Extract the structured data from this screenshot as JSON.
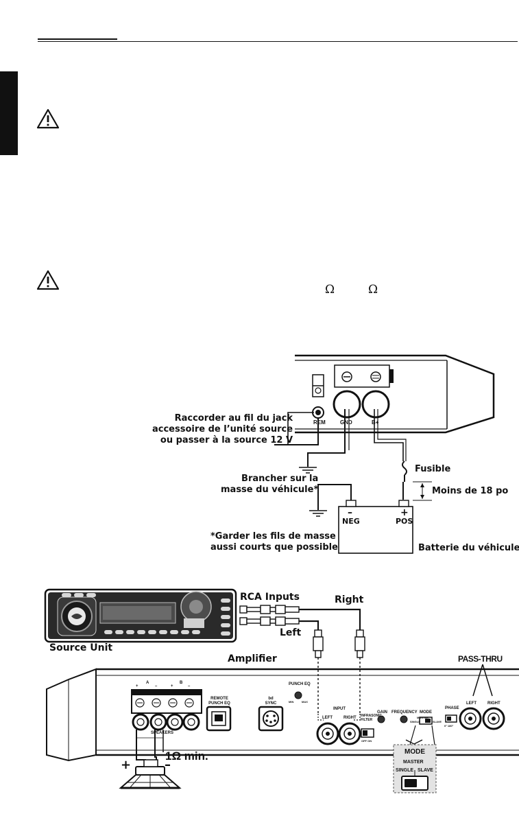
{
  "symbols": {
    "ohm_1": "Ω",
    "ohm_2": "Ω"
  },
  "power_diagram": {
    "terminal_rem": "REM",
    "terminal_gnd": "GND",
    "terminal_bplus": "B+",
    "remote_note": [
      "Raccorder au fil du jack",
      "accessoire de l’unité source",
      "ou passer à la source 12 V"
    ],
    "ground_note": [
      "Brancher sur la",
      "masse du véhicule*"
    ],
    "ground_short_note": [
      "*Garder les fils de masse",
      "aussi courts que possible"
    ],
    "fuse_label": "Fusible",
    "fuse_distance": "Moins de 18 po",
    "battery_neg_sign": "–",
    "battery_neg": "NEG",
    "battery_pos_sign": "+",
    "battery_pos": "POS",
    "battery_label": "Batterie du véhicule"
  },
  "signal_diagram": {
    "rca_inputs": "RCA Inputs",
    "right": "Right",
    "left": "Left",
    "source_unit": "Source Unit",
    "amplifier": "Amplifier",
    "pass_thru": "PASS-THRU",
    "speakers": "SPEAKERS",
    "channel_a": "A",
    "channel_b": "B",
    "plus": "+",
    "minus": "–",
    "remote_punch_eq": [
      "REMOTE",
      "PUNCH EQ"
    ],
    "bd_sync": [
      "bd",
      "SYNC"
    ],
    "punch_eq": "PUNCH EQ",
    "punch_min": "MIN",
    "punch_max": "MAX",
    "input": "INPUT",
    "input_left": "LEFT",
    "input_right": "RIGHT",
    "infrasonic_filter": [
      "INFRASONIC",
      "FILTER"
    ],
    "off_on": "OFF  ON",
    "gain": "GAIN",
    "frequency": "FREQUENCY",
    "mode": "MODE",
    "phase": "PHASE",
    "phase_values": "0°  180°",
    "pass_left": "LEFT",
    "pass_right": "RIGHT",
    "master": "MASTER",
    "single": "SINGLE",
    "slave": "SLAVE",
    "impedance": "1Ω min.",
    "speaker_plus": "+",
    "speaker_minus": "–",
    "mode_detail_title": "MODE",
    "mode_detail_master": "MASTER",
    "mode_detail_single": "SINGLE",
    "mode_detail_slave": "SLAVE"
  }
}
